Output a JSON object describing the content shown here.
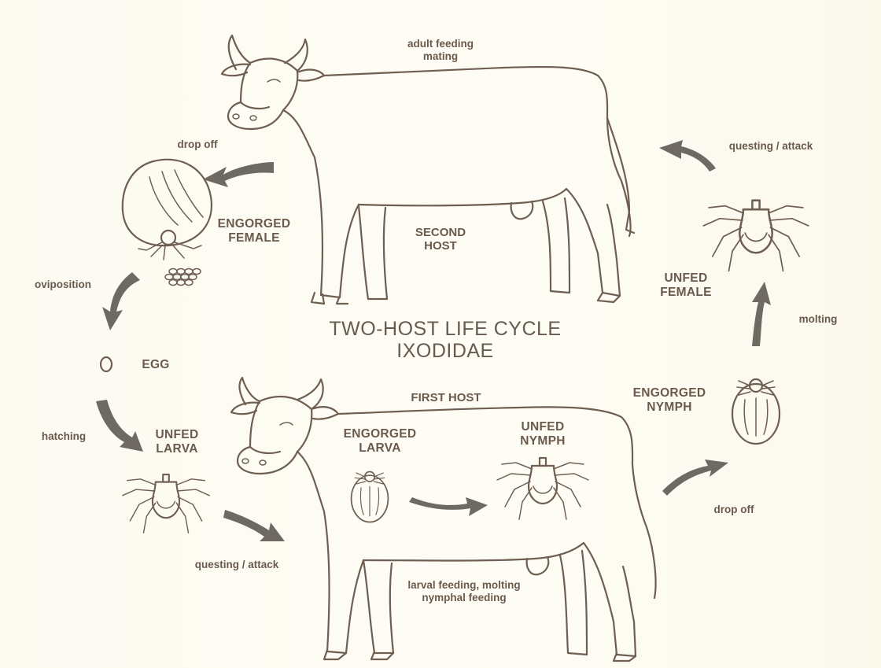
{
  "diagram": {
    "title_line1": "TWO-HOST LIFE CYCLE",
    "title_line2": "IXODIDAE",
    "hosts": {
      "second": "SECOND\nHOST",
      "first": "FIRST HOST"
    },
    "stages": {
      "engorged_female": "ENGORGED\nFEMALE",
      "egg": "EGG",
      "unfed_larva": "UNFED\nLARVA",
      "engorged_larva": "ENGORGED\nLARVA",
      "unfed_nymph": "UNFED\nNYMPH",
      "engorged_nymph": "ENGORGED\nNYMPH",
      "unfed_female": "UNFED\nFEMALE"
    },
    "processes": {
      "adult_feeding": "adult feeding\nmating",
      "drop_off_top": "drop off",
      "oviposition": "oviposition",
      "hatching": "hatching",
      "questing_attack_bottom": "questing / attack",
      "larval_feeding": "larval feeding, molting\nnymphal feeding",
      "drop_off_right": "drop off",
      "molting": "molting",
      "questing_attack_top": "questing / attack"
    },
    "colors": {
      "ink": "#6e5f52",
      "arrow": "#6f6963",
      "paper": "#fefdf6"
    }
  }
}
